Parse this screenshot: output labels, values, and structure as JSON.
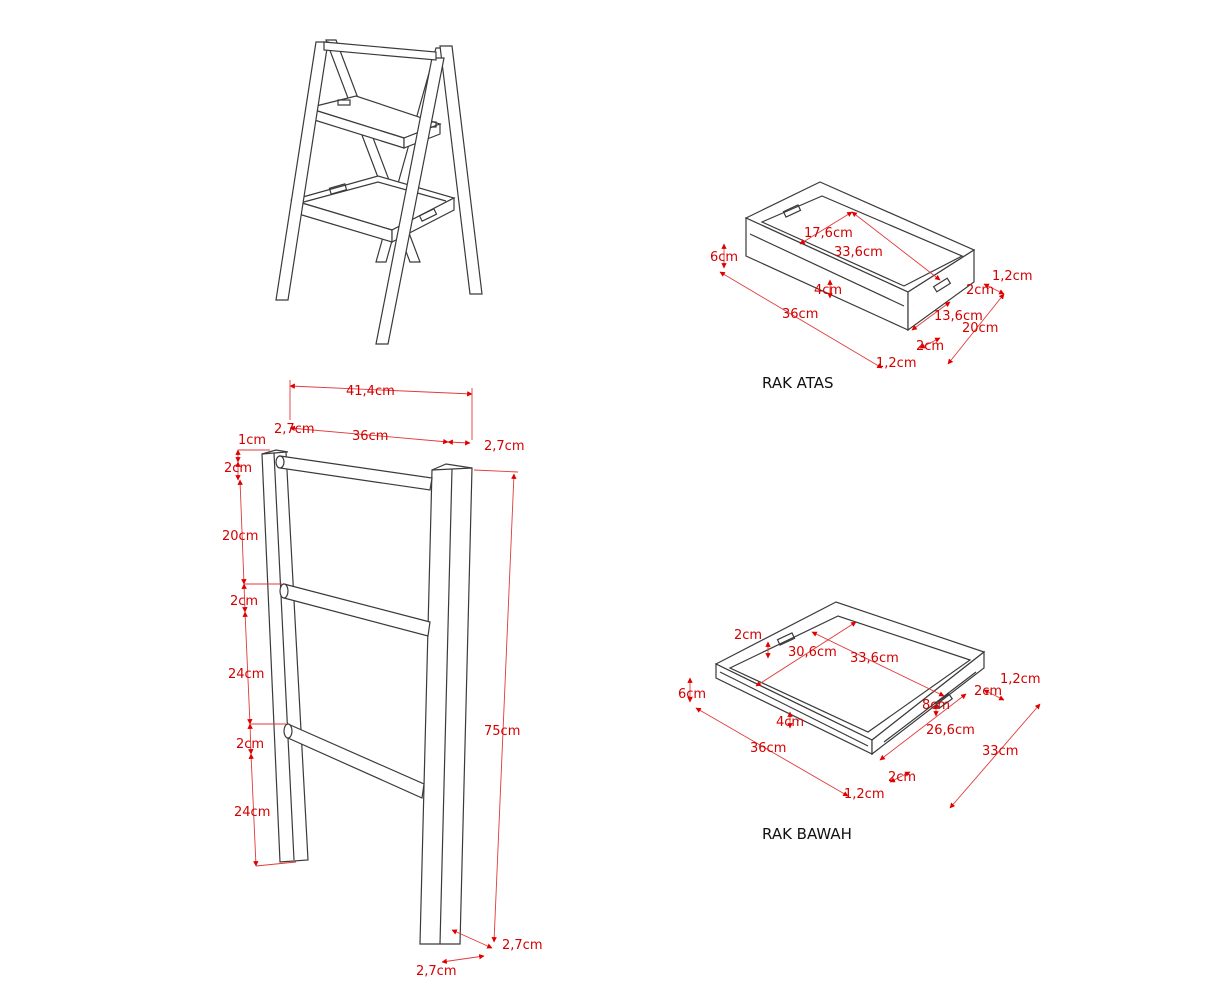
{
  "colors": {
    "line": "#3a3a3a",
    "dimension": "#e00000",
    "background": "#ffffff"
  },
  "ladder": {
    "w_total": "41,4cm",
    "w_inner": "36cm",
    "post_left": "2,7cm",
    "post_right": "2,7cm",
    "top_gap": "1cm",
    "rung1": "2cm",
    "space1": "20cm",
    "rung2": "2cm",
    "space2": "24cm",
    "rung3": "2cm",
    "space3": "24cm",
    "height": "75cm",
    "foot_side": "2,7cm",
    "foot_front": "2,7cm"
  },
  "rak_atas": {
    "caption": "RAK ATAS",
    "handle_span": "17,6cm",
    "inner_length": "33,6cm",
    "height": "6cm",
    "board": "4cm",
    "length": "36cm",
    "rail_thickness": "1,2cm",
    "rail_gap": "2cm",
    "inner_width": "13,6cm",
    "width": "20cm",
    "corner_gap": "2cm",
    "corner_thickness": "1,2cm"
  },
  "rak_bawah": {
    "caption": "RAK BAWAH",
    "handle_height": "2cm",
    "handle_span": "30,6cm",
    "inner_length": "33,6cm",
    "height": "6cm",
    "board": "4cm",
    "length": "36cm",
    "rail_thickness": "1,2cm",
    "rail_gap": "2cm",
    "slot": "8cm",
    "inner_width": "26,6cm",
    "width": "33cm",
    "corner_gap": "2cm",
    "corner_thickness": "1,2cm"
  }
}
